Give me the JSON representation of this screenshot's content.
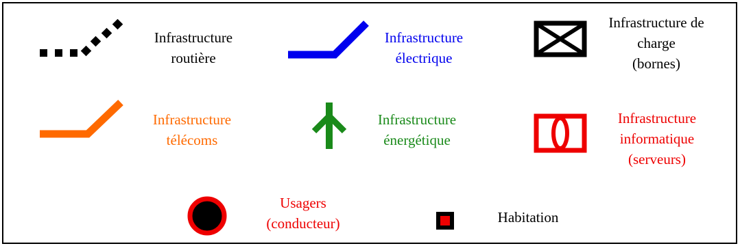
{
  "legend": {
    "items": [
      {
        "id": "route",
        "lines": [
          "Infrastructure",
          "routière"
        ],
        "color": "#000000",
        "icon": "dotted-polyline-icon"
      },
      {
        "id": "elec",
        "lines": [
          "Infrastructure",
          "électrique"
        ],
        "color": "#0000ee",
        "icon": "blue-polyline-icon"
      },
      {
        "id": "charge",
        "lines": [
          "Infrastructure de",
          "charge",
          "(bornes)"
        ],
        "color": "#000000",
        "icon": "crossed-box-icon"
      },
      {
        "id": "telecom",
        "lines": [
          "Infrastructure",
          "télécoms"
        ],
        "color": "#ff6a00",
        "icon": "orange-polyline-icon"
      },
      {
        "id": "energy",
        "lines": [
          "Infrastructure",
          "énergétique"
        ],
        "color": "#1a8a1a",
        "icon": "green-arrow-icon"
      },
      {
        "id": "it",
        "lines": [
          "Infrastructure",
          "informatique",
          "(serveurs)"
        ],
        "color": "#ee0000",
        "icon": "server-box-icon"
      },
      {
        "id": "users",
        "lines": [
          "Usagers",
          "(conducteur)"
        ],
        "color": "#ee0000",
        "icon": "user-circle-icon"
      },
      {
        "id": "home",
        "lines": [
          "Habitation"
        ],
        "color": "#000000",
        "icon": "house-square-icon"
      }
    ]
  }
}
